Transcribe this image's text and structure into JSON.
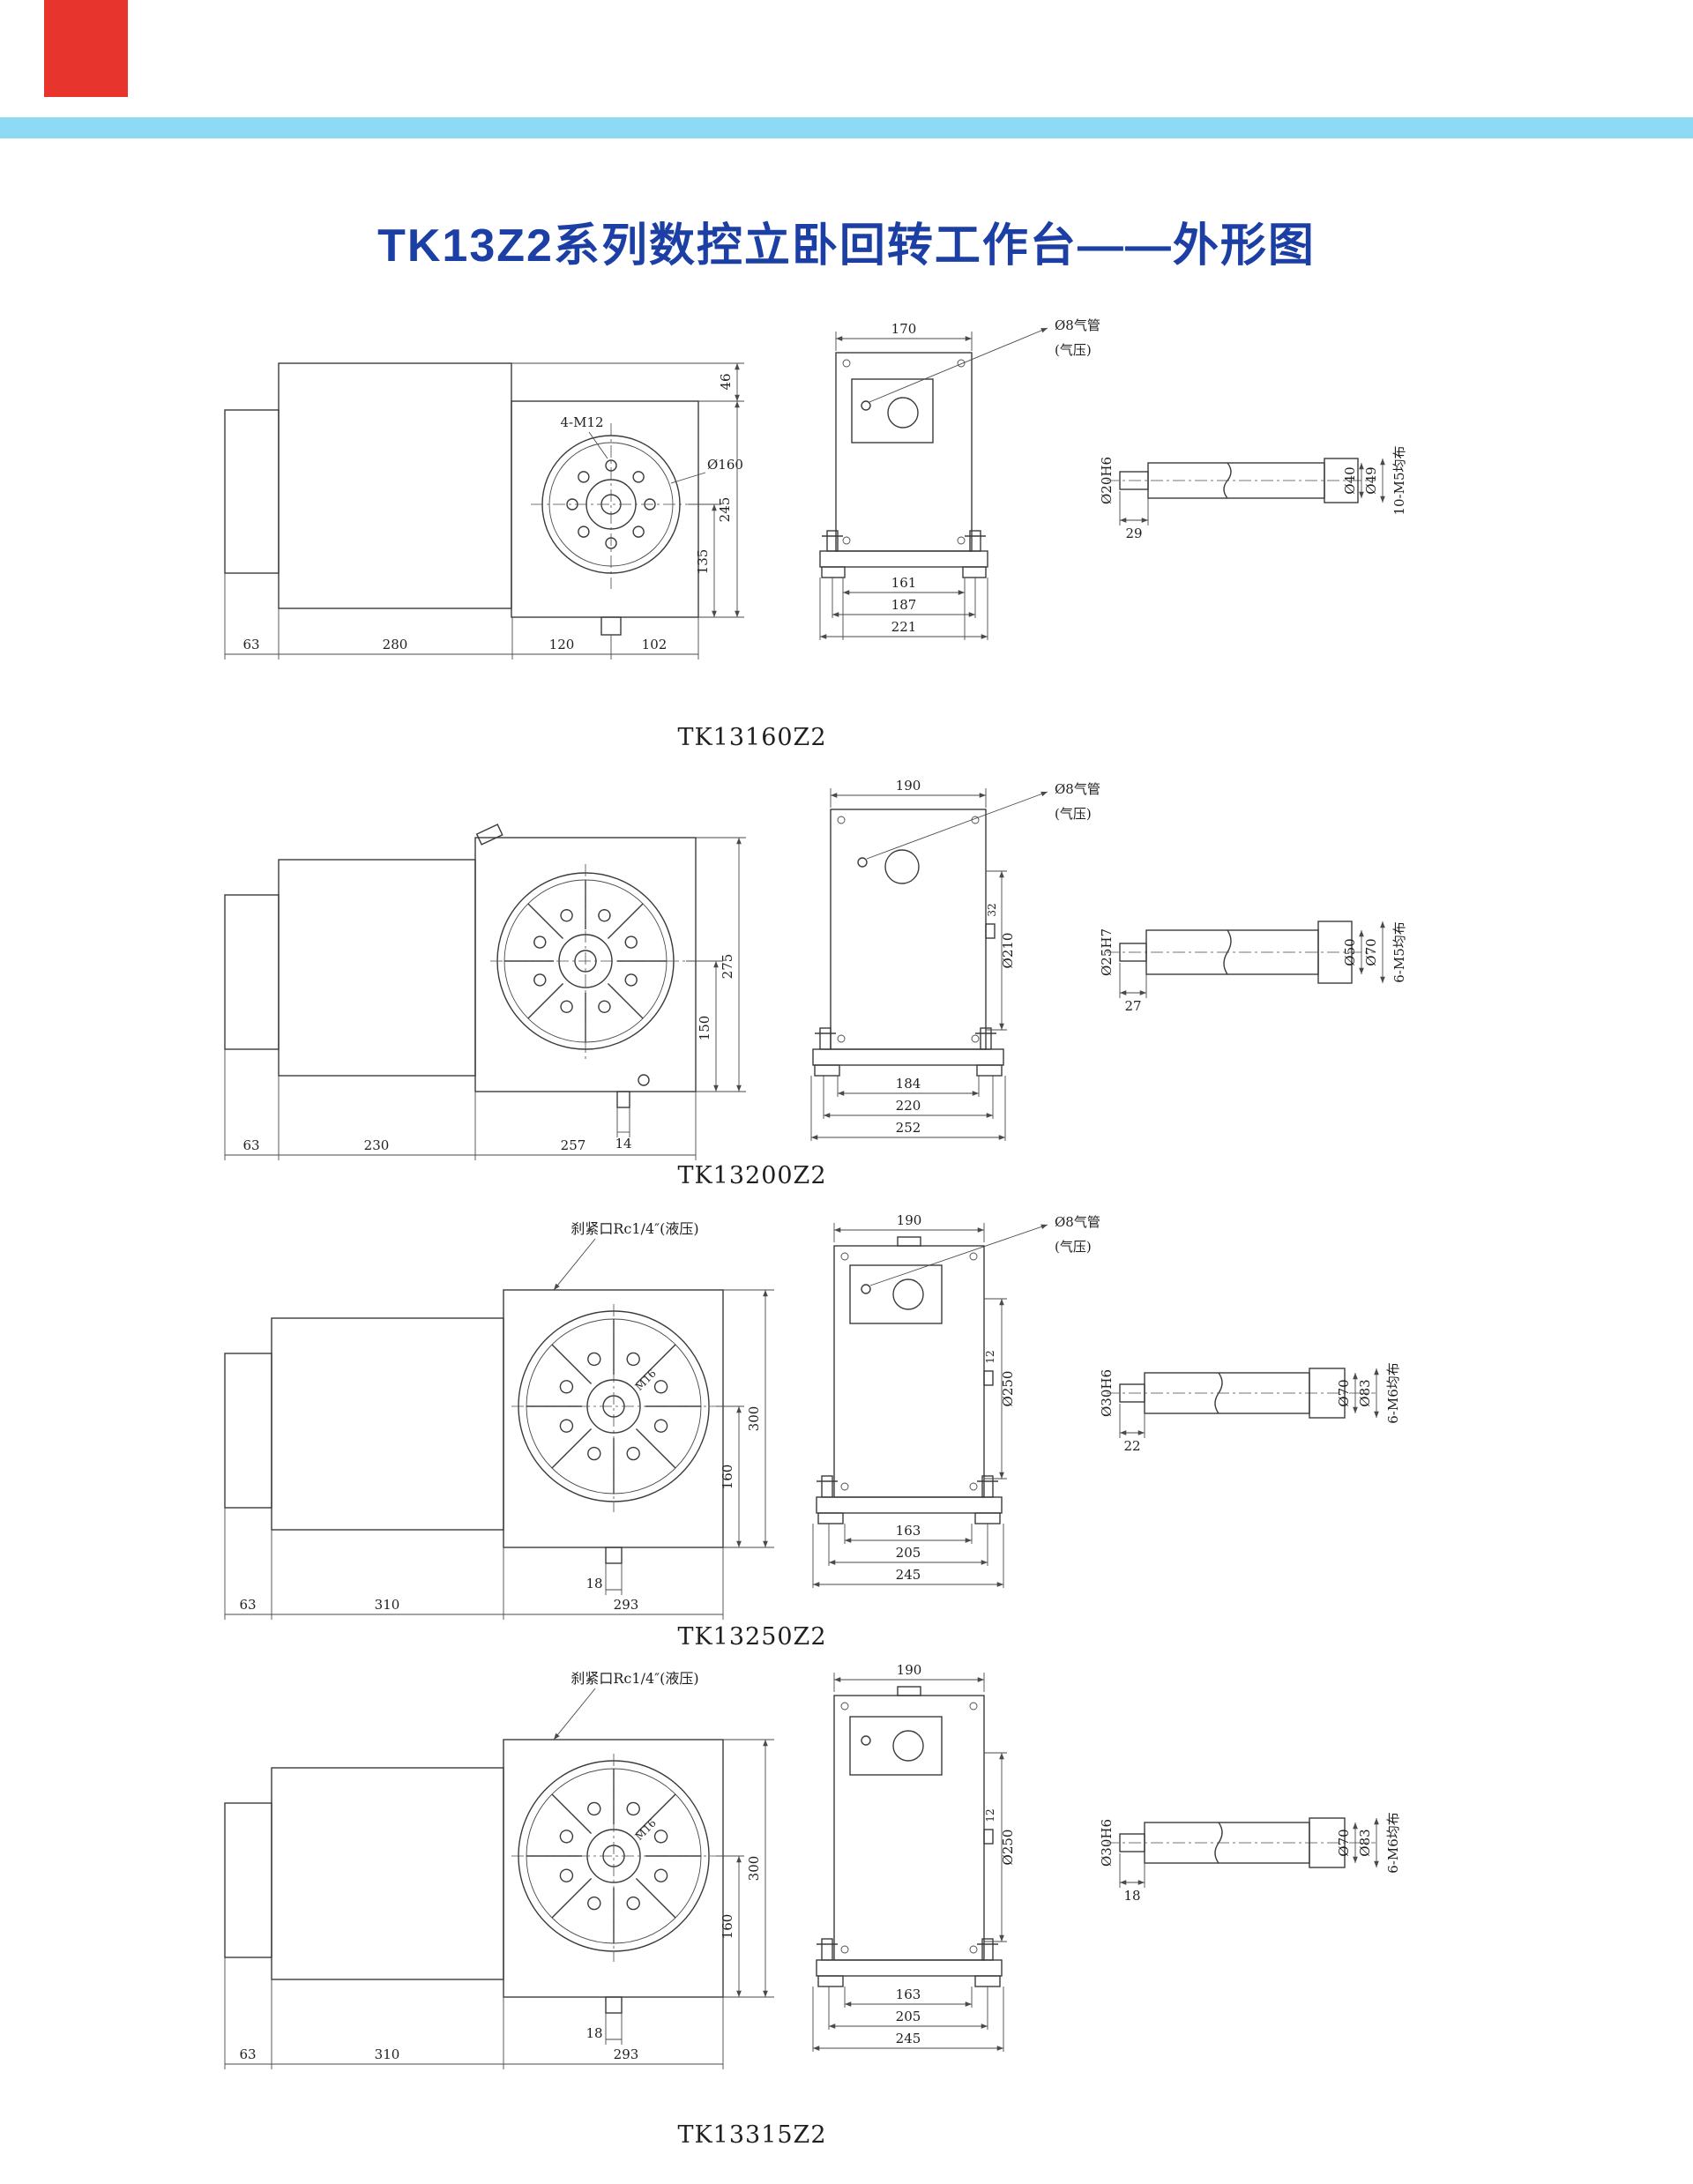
{
  "colors": {
    "title_blue": "#1c3fa5",
    "band_cyan": "#8ed9f3",
    "corner_red": "#e7342c"
  },
  "page": {
    "title": "TK13Z2系列数控立卧回转工作台——外形图"
  },
  "rows": [
    {
      "model": "TK13160Z2",
      "side": {
        "bolts": "4-M12",
        "dia": "Ø160",
        "top": "46",
        "h1": "245",
        "h2": "135",
        "b1": "63",
        "b2": "280",
        "b3": "120",
        "b4": "102"
      },
      "front": {
        "w": "170",
        "pipe1": "Ø8气管",
        "pipe2": "(气压)",
        "b1": "161",
        "b2": "187",
        "b3": "221"
      },
      "shaft": {
        "d1": "Ø20H6",
        "l1": "29",
        "d2": "Ø40",
        "d3": "Ø49",
        "bolts": "10-M5均布"
      }
    },
    {
      "model": "TK13200Z2",
      "side": {
        "h1": "275",
        "h2": "150",
        "stub": "14",
        "b1": "63",
        "b2": "230",
        "b3": "257"
      },
      "front": {
        "w": "190",
        "pipe1": "Ø8气管",
        "pipe2": "(气压)",
        "dia": "Ø210",
        "stub": "32",
        "b1": "184",
        "b2": "220",
        "b3": "252"
      },
      "shaft": {
        "d1": "Ø25H7",
        "l1": "27",
        "d2": "Ø50",
        "d3": "Ø70",
        "bolts": "6-M5均布"
      }
    },
    {
      "model": "TK13250Z2",
      "note": "刹紧口Rc1/4″(液压)",
      "side": {
        "center": "M16",
        "h1": "300",
        "h2": "160",
        "stub": "18",
        "b1": "63",
        "b2": "310",
        "b3": "293"
      },
      "front": {
        "w": "190",
        "pipe1": "Ø8气管",
        "pipe2": "(气压)",
        "dia": "Ø250",
        "stub": "12",
        "b1": "163",
        "b2": "205",
        "b3": "245"
      },
      "shaft": {
        "d1": "Ø30H6",
        "l1": "22",
        "d2": "Ø70",
        "d3": "Ø83",
        "bolts": "6-M6均布"
      }
    },
    {
      "model": "TK13315Z2",
      "note": "刹紧口Rc1/4″(液压)",
      "side": {
        "center": "M16",
        "h1": "300",
        "h2": "160",
        "stub": "18",
        "b1": "63",
        "b2": "310",
        "b3": "293"
      },
      "front": {
        "w": "190",
        "dia": "Ø250",
        "stub": "12",
        "b1": "163",
        "b2": "205",
        "b3": "245"
      },
      "shaft": {
        "d1": "Ø30H6",
        "l1": "18",
        "d2": "Ø70",
        "d3": "Ø83",
        "bolts": "6-M6均布"
      }
    }
  ]
}
